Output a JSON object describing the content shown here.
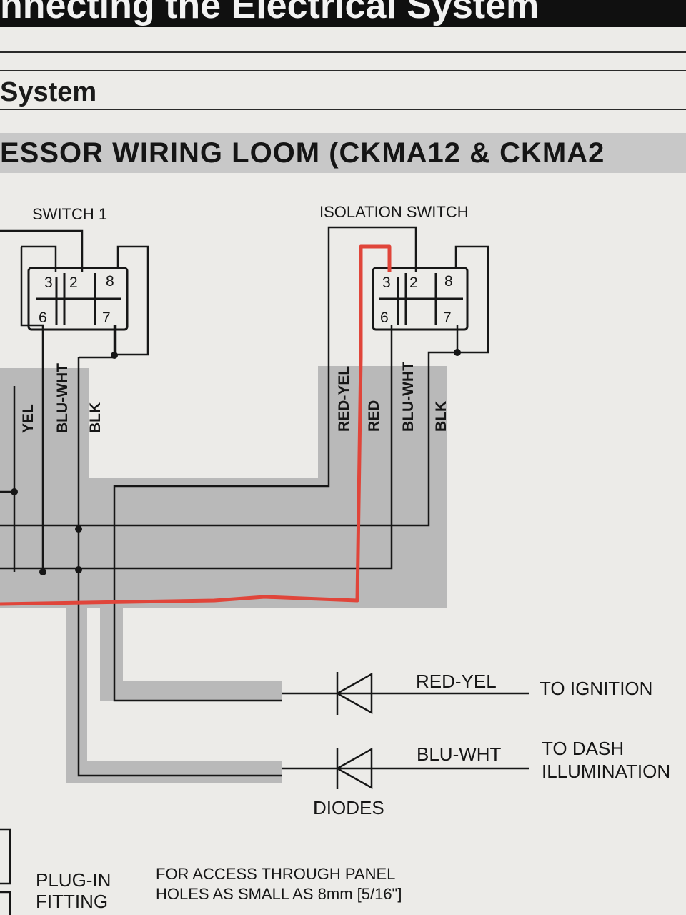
{
  "header": {
    "chapter_title": "nnecting the Electrical System",
    "section_title": "System",
    "loom_title": "ESSOR WIRING LOOM (CKMA12 & CKMA2"
  },
  "switches": {
    "switch1": "SWITCH 1",
    "isolation": "ISOLATION SWITCH",
    "pins": [
      "3",
      "2",
      "8",
      "6",
      "7"
    ]
  },
  "wires": {
    "yel": "YEL",
    "blu_wht": "BLU-WHT",
    "blk": "BLK",
    "red_yel": "RED-YEL",
    "red": "RED"
  },
  "outputs": {
    "red_yel_label": "RED-YEL",
    "to_ignition": "TO IGNITION",
    "blu_wht_label": "BLU-WHT",
    "to_dash_1": "TO DASH",
    "to_dash_2": "ILLUMINATION",
    "diodes": "DIODES"
  },
  "footer": {
    "plug_in_1": "PLUG-IN",
    "plug_in_2": "FITTING",
    "access_1": "FOR ACCESS THROUGH PANEL",
    "access_2": "HOLES AS SMALL AS 8mm [5/16\"]"
  },
  "colors": {
    "paper": "#ecebe8",
    "ink": "#161616",
    "loom_shade": "#b9b9b9",
    "red_wire": "#e0453a"
  }
}
